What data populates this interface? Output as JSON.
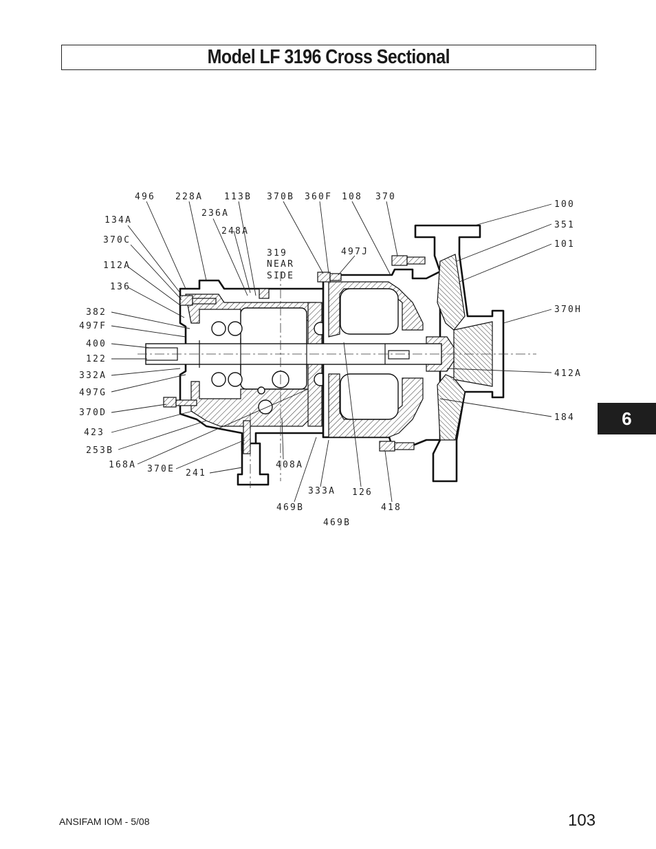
{
  "header": {
    "title": "Model LF 3196 Cross Sectional"
  },
  "section_tab": {
    "label": "6"
  },
  "footer": {
    "left_text": "ANSIFAM IOM - 5/08",
    "page_number": "103"
  },
  "drawing": {
    "callouts": {
      "c496": "496",
      "c228A": "228A",
      "c113B": "113B",
      "c370B": "370B",
      "c360F": "360F",
      "c108": "108",
      "c370": "370",
      "c100": "100",
      "c351": "351",
      "c101": "101",
      "c236A": "236A",
      "c248A": "248A",
      "c134A": "134A",
      "c370C": "370C",
      "c112A": "112A",
      "c136": "136",
      "c382": "382",
      "c497F": "497F",
      "c400": "400",
      "c122": "122",
      "c332A": "332A",
      "c497G": "497G",
      "c370D": "370D",
      "c423": "423",
      "c253B": "253B",
      "c168A": "168A",
      "c370E": "370E",
      "c241": "241",
      "c408A": "408A",
      "c333A": "333A",
      "c126": "126",
      "c469B_1": "469B",
      "c418": "418",
      "c469B_2": "469B",
      "c370H": "370H",
      "c412A": "412A",
      "c184": "184",
      "c497J": "497J",
      "c319_line1": "319",
      "c319_line2": "NEAR",
      "c319_line3": "SIDE"
    }
  }
}
